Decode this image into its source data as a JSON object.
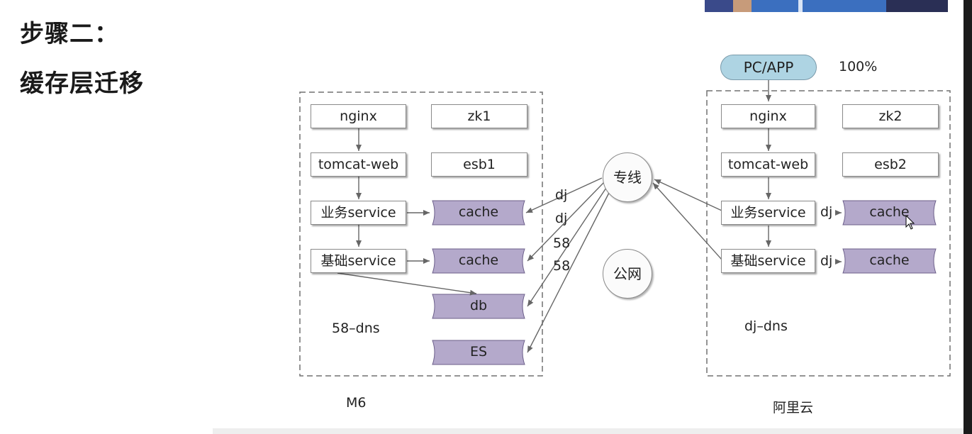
{
  "title_step": "步骤二：",
  "title_sub": "缓存层迁移",
  "left": {
    "nginx": "nginx",
    "zk": "zk1",
    "tomcat": "tomcat-web",
    "esb": "esb1",
    "biz_service": "业务service",
    "base_service": "基础service",
    "cache1": "cache",
    "cache2": "cache",
    "db": "db",
    "es": "ES",
    "dns": "58–dns",
    "name": "M6"
  },
  "right": {
    "pc_app": "PC/APP",
    "percent": "100%",
    "nginx": "nginx",
    "zk": "zk2",
    "tomcat": "tomcat-web",
    "esb": "esb2",
    "biz_service": "业务service",
    "base_service": "基础service",
    "cache1": "cache",
    "cache2": "cache",
    "dj1": "dj",
    "dj2": "dj",
    "dns": "dj–dns",
    "name": "阿里云"
  },
  "middle": {
    "dedicated_line": "专线",
    "public_net": "公网",
    "edge_labels": [
      "dj",
      "dj",
      "58",
      "58"
    ]
  },
  "colors": {
    "store_fill": "#b4a9cb",
    "store_stroke": "#6c5f8a",
    "pill_fill": "#aed4e3",
    "arrow": "#666666",
    "dashed": "#707070"
  }
}
